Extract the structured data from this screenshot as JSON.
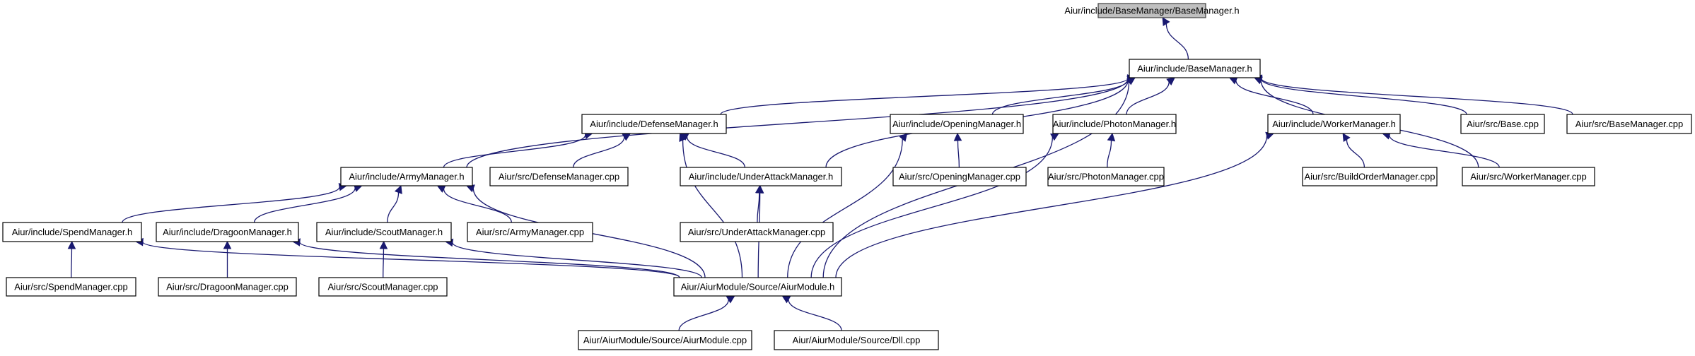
{
  "title": "Aiur/include/BaseManager/BaseManager.h",
  "diagram_type": "include dependency graph (included-by)",
  "colors": {
    "edge": "#191970",
    "node_fill": "#ffffff",
    "root_fill": "#bfbfbf",
    "node_border": "#000000"
  },
  "nodes": [
    {
      "id": "root",
      "label": "Aiur/include/BaseManager/BaseManager.h",
      "root": true
    },
    {
      "id": "basemgr_h",
      "label": "Aiur/include/BaseManager.h"
    },
    {
      "id": "defense_h",
      "label": "Aiur/include/DefenseManager.h"
    },
    {
      "id": "opening_h",
      "label": "Aiur/include/OpeningManager.h"
    },
    {
      "id": "photon_h",
      "label": "Aiur/include/PhotonManager.h"
    },
    {
      "id": "worker_h",
      "label": "Aiur/include/WorkerManager.h"
    },
    {
      "id": "base_cpp",
      "label": "Aiur/src/Base.cpp"
    },
    {
      "id": "basemgr_cpp",
      "label": "Aiur/src/BaseManager.cpp"
    },
    {
      "id": "army_h",
      "label": "Aiur/include/ArmyManager.h"
    },
    {
      "id": "defense_cpp",
      "label": "Aiur/src/DefenseManager.cpp"
    },
    {
      "id": "underattack_h",
      "label": "Aiur/include/UnderAttackManager.h"
    },
    {
      "id": "opening_cpp",
      "label": "Aiur/src/OpeningManager.cpp"
    },
    {
      "id": "photon_cpp",
      "label": "Aiur/src/PhotonManager.cpp"
    },
    {
      "id": "buildorder_cpp",
      "label": "Aiur/src/BuildOrderManager.cpp"
    },
    {
      "id": "worker_cpp",
      "label": "Aiur/src/WorkerManager.cpp"
    },
    {
      "id": "spend_h",
      "label": "Aiur/include/SpendManager.h"
    },
    {
      "id": "dragoon_h",
      "label": "Aiur/include/DragoonManager.h"
    },
    {
      "id": "scout_h",
      "label": "Aiur/include/ScoutManager.h"
    },
    {
      "id": "army_cpp",
      "label": "Aiur/src/ArmyManager.cpp"
    },
    {
      "id": "underattack_cpp",
      "label": "Aiur/src/UnderAttackManager.cpp"
    },
    {
      "id": "spend_cpp",
      "label": "Aiur/src/SpendManager.cpp"
    },
    {
      "id": "dragoon_cpp",
      "label": "Aiur/src/DragoonManager.cpp"
    },
    {
      "id": "scout_cpp",
      "label": "Aiur/src/ScoutManager.cpp"
    },
    {
      "id": "aiurmodule_h",
      "label": "Aiur/AiurModule/Source/AiurModule.h"
    },
    {
      "id": "aiurmodule_cpp",
      "label": "Aiur/AiurModule/Source/AiurModule.cpp"
    },
    {
      "id": "dll_cpp",
      "label": "Aiur/AiurModule/Source/Dll.cpp"
    }
  ],
  "edges": [
    {
      "from": "basemgr_h",
      "to": "root"
    },
    {
      "from": "defense_h",
      "to": "basemgr_h"
    },
    {
      "from": "opening_h",
      "to": "basemgr_h"
    },
    {
      "from": "photon_h",
      "to": "basemgr_h"
    },
    {
      "from": "worker_h",
      "to": "basemgr_h"
    },
    {
      "from": "base_cpp",
      "to": "basemgr_h"
    },
    {
      "from": "basemgr_cpp",
      "to": "basemgr_h"
    },
    {
      "from": "army_h",
      "to": "basemgr_h"
    },
    {
      "from": "underattack_h",
      "to": "basemgr_h"
    },
    {
      "from": "worker_cpp",
      "to": "basemgr_h"
    },
    {
      "from": "aiurmodule_h",
      "to": "basemgr_h"
    },
    {
      "from": "army_h",
      "to": "defense_h"
    },
    {
      "from": "defense_cpp",
      "to": "defense_h"
    },
    {
      "from": "underattack_h",
      "to": "defense_h"
    },
    {
      "from": "aiurmodule_h",
      "to": "defense_h"
    },
    {
      "from": "opening_cpp",
      "to": "opening_h"
    },
    {
      "from": "aiurmodule_h",
      "to": "opening_h"
    },
    {
      "from": "photon_cpp",
      "to": "photon_h"
    },
    {
      "from": "aiurmodule_h",
      "to": "photon_h"
    },
    {
      "from": "buildorder_cpp",
      "to": "worker_h"
    },
    {
      "from": "worker_cpp",
      "to": "worker_h"
    },
    {
      "from": "aiurmodule_h",
      "to": "worker_h"
    },
    {
      "from": "spend_h",
      "to": "army_h"
    },
    {
      "from": "dragoon_h",
      "to": "army_h"
    },
    {
      "from": "scout_h",
      "to": "army_h"
    },
    {
      "from": "army_cpp",
      "to": "army_h"
    },
    {
      "from": "aiurmodule_h",
      "to": "army_h"
    },
    {
      "from": "underattack_cpp",
      "to": "underattack_h"
    },
    {
      "from": "aiurmodule_h",
      "to": "underattack_h"
    },
    {
      "from": "spend_cpp",
      "to": "spend_h"
    },
    {
      "from": "aiurmodule_h",
      "to": "spend_h"
    },
    {
      "from": "dragoon_cpp",
      "to": "dragoon_h"
    },
    {
      "from": "aiurmodule_h",
      "to": "dragoon_h"
    },
    {
      "from": "scout_cpp",
      "to": "scout_h"
    },
    {
      "from": "aiurmodule_h",
      "to": "scout_h"
    },
    {
      "from": "aiurmodule_cpp",
      "to": "aiurmodule_h"
    },
    {
      "from": "dll_cpp",
      "to": "aiurmodule_h"
    }
  ]
}
